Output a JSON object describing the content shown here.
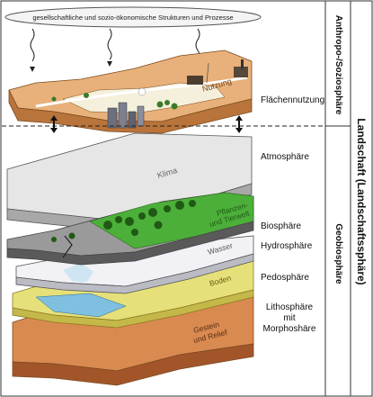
{
  "header": {
    "banner": "gesellschaftliche und sozio-ökonomische Strukturen und Prozesse"
  },
  "layers": {
    "nutzung": "Nutzung",
    "klima": "Klima",
    "pflanzen_line1": "Pflanzen-",
    "pflanzen_line2": "und Tierwelt",
    "wasser": "Wasser",
    "boden": "Boden",
    "gestein_line1": "Gestein",
    "gestein_line2": "und Relief"
  },
  "right_labels": {
    "flaechennutzung": "Flächennutzung",
    "atmosphaere": "Atmosphäre",
    "biosphaere": "Biosphäre",
    "hydrosphaere": "Hydrosphäre",
    "pedosphaere": "Pedosphäre",
    "litho_line1": "Lithosphäre",
    "litho_line2": "mit",
    "litho_line3": "Morphoshäre"
  },
  "side_columns": {
    "anthropo": "Anthropo-/Soziosphäre",
    "geobio": "Geobiosphäre",
    "landschaft": "Landschaft (Landschaftssphäre)"
  },
  "colors": {
    "nutzung_top": "#e8b07a",
    "klima_top": "#e6e6e6",
    "bio_top": "#4caf3a",
    "boden_top": "#e6e07a",
    "gestein_top": "#d98a50"
  }
}
